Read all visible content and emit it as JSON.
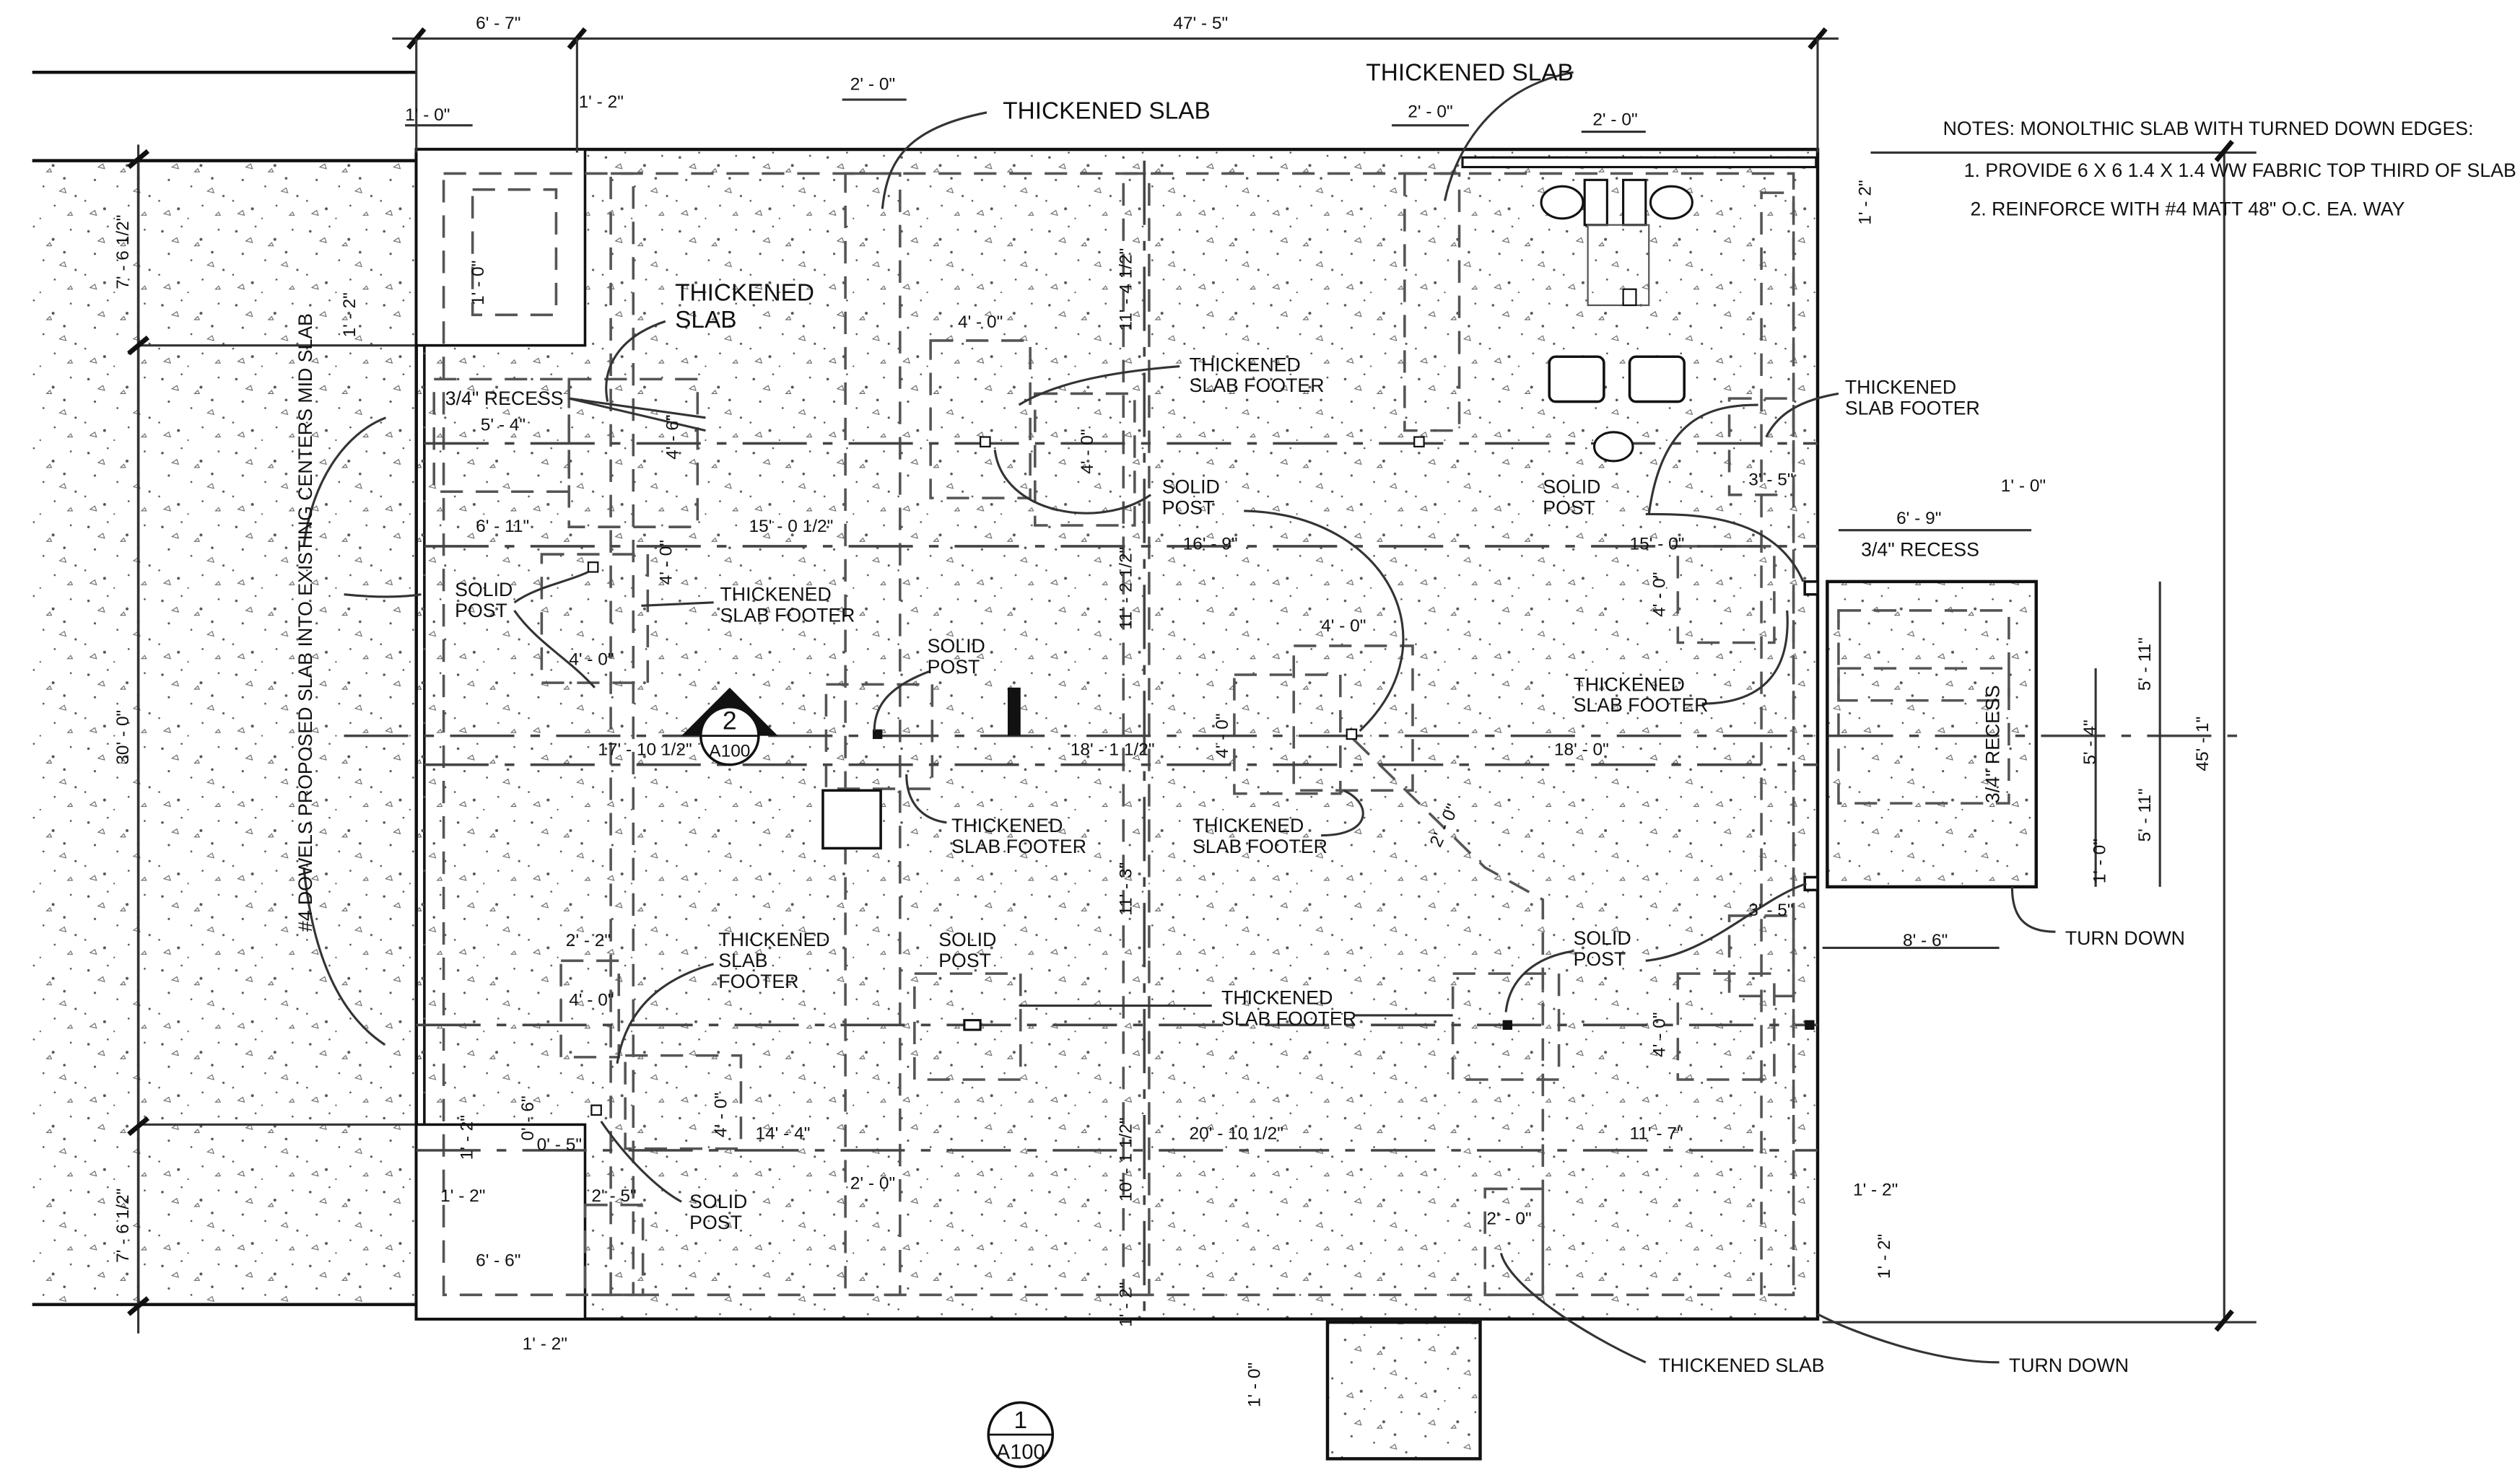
{
  "labels": {
    "thickened_slab": "THICKENED SLAB",
    "thickened_slab_two_lines": [
      "THICKENED",
      "SLAB"
    ],
    "thickened_slab_footer_two": [
      "THICKENED",
      "SLAB FOOTER"
    ],
    "thickened_slab_footer_three": [
      "THICKENED",
      "SLAB",
      "FOOTER"
    ],
    "solid_post": [
      "SOLID",
      "POST"
    ],
    "recess": "3/4\" RECESS",
    "turn_down": "TURN DOWN",
    "dowels": "#4 DOWELS PROPOSED SLAB INTO EXISTING CENTERS MID SLAB"
  },
  "notes": {
    "title": "NOTES: MONOLTHIC SLAB WITH TURNED DOWN EDGES:",
    "items": [
      "1.   PROVIDE 6 X 6  1.4 X 1.4  WW FABRIC TOP THIRD OF SLAB",
      "2.   REINFORCE WITH #4 MATT 48\" O.C. EA. WAY"
    ]
  },
  "dims": {
    "d_6_7": "6' - 7\"",
    "d_47_5": "47' - 5\"",
    "d_2_0": "2' - 0\"",
    "d_1_0": "1' - 0\"",
    "d_1_2": "1' - 2\"",
    "d_7_6h": "7' - 6 1/2\"",
    "d_4_0": "4' - 0\"",
    "d_11_4h": "11' - 4 1/2\"",
    "d_4_6": "4' - 6\"",
    "d_5_4": "5' - 4\"",
    "d_6_11": "6' - 11\"",
    "d_15_0h": "15' - 0 1/2\"",
    "d_16_9": "16' - 9\"",
    "d_11_2h": "11' - 2 1/2\"",
    "d_15_0": "15' - 0\"",
    "d_3_5": "3' - 5\"",
    "d_6_9": "6' - 9\"",
    "d_30_0": "30' - 0\"",
    "d_17_10h": "17' - 10 1/2\"",
    "d_18_1h": "18' - 1 1/2\"",
    "d_18_0": "18' - 0\"",
    "d_5_11": "5' - 11\"",
    "d_45_1": "45' - 1\"",
    "d_11_3": "11' - 3\"",
    "d_2_2": "2' - 2\"",
    "d_8_6": "8' - 6\"",
    "d_14_4": "14' - 4\"",
    "d_20_10h": "20' - 10 1/2\"",
    "d_11_7": "11' - 7\"",
    "d_0_6": "0' - 6\"",
    "d_0_5": "0' - 5\"",
    "d_2_5": "2' - 5\"",
    "d_10_1h": "10' - 1 1/2\"",
    "d_6_6": "6' - 6\""
  },
  "section_markers": [
    {
      "number": "2",
      "sheet": "A100"
    },
    {
      "number": "1",
      "sheet": "A100"
    }
  ]
}
